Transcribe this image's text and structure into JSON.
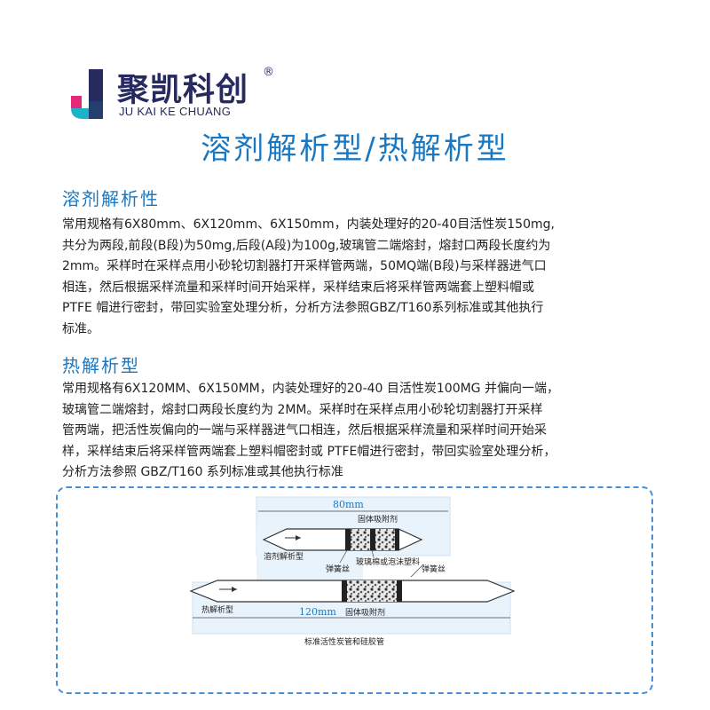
{
  "brand": {
    "name_cn": "聚凯科创",
    "registered": "®",
    "name_en": "JU KAI KE CHUANG",
    "colors": {
      "navy": "#262a5e",
      "teal": "#1bb3c8",
      "magenta": "#e6277a",
      "blue": "#1a78c2"
    }
  },
  "title": "溶剂解析型/热解析型",
  "sections": [
    {
      "heading": "溶剂解析性",
      "lines": [
        "常用规格有6X80mm、6X120mm、6X150mm，内装处理好的20-40目活性炭150mg,",
        "共分为两段,前段(B段)为50mg,后段(A段)为100g,玻璃管二端熔封，熔封口两段长度约为",
        " 2mm。采样时在采样点用小砂轮切割器打开采样管两端，50MQ端(B段)与采样器进气口",
        "相连，然后根据采样流量和采样时间开始采样，采样结束后将采样管两端套上塑料帽或",
        "PTFE 帽进行密封，带回实验室处理分析，分析方法参照GBZ/T160系列标准或其他执行",
        "标准。"
      ]
    },
    {
      "heading": "热解析型",
      "lines": [
        "常用规格有6X120MM、6X150MM，内装处理好的20-40 目活性炭100MG 并偏向一端，",
        "玻璃管二端熔封，熔封口两段长度约为 2MM。采样时在采样点用小砂轮切割器打开采样",
        "管两端，把活性炭偏向的一端与采样器进气口相连，然后根据采样流量和采样时间开始采",
        "样，采样结束后将采样管两端套上塑料帽密封或 PTFE帽进行密封，带回实验室处理分析，",
        "分析方法参照 GBZ/T160 系列标准或其他执行标准"
      ]
    }
  ],
  "diagram": {
    "tube1_length": "80mm",
    "tube1_label": "溶剂解析型",
    "tube1_adsorbent": "固体吸附剂",
    "spring_left": "弹簧丝",
    "spring_right": "弹簧丝",
    "glass_wool": "玻璃棉或泡沫塑料",
    "tube2_label": "热解析型",
    "tube2_length": "120mm",
    "tube2_adsorbent": "固体吸附剂",
    "caption": "标准活性炭管和硅胶管"
  }
}
